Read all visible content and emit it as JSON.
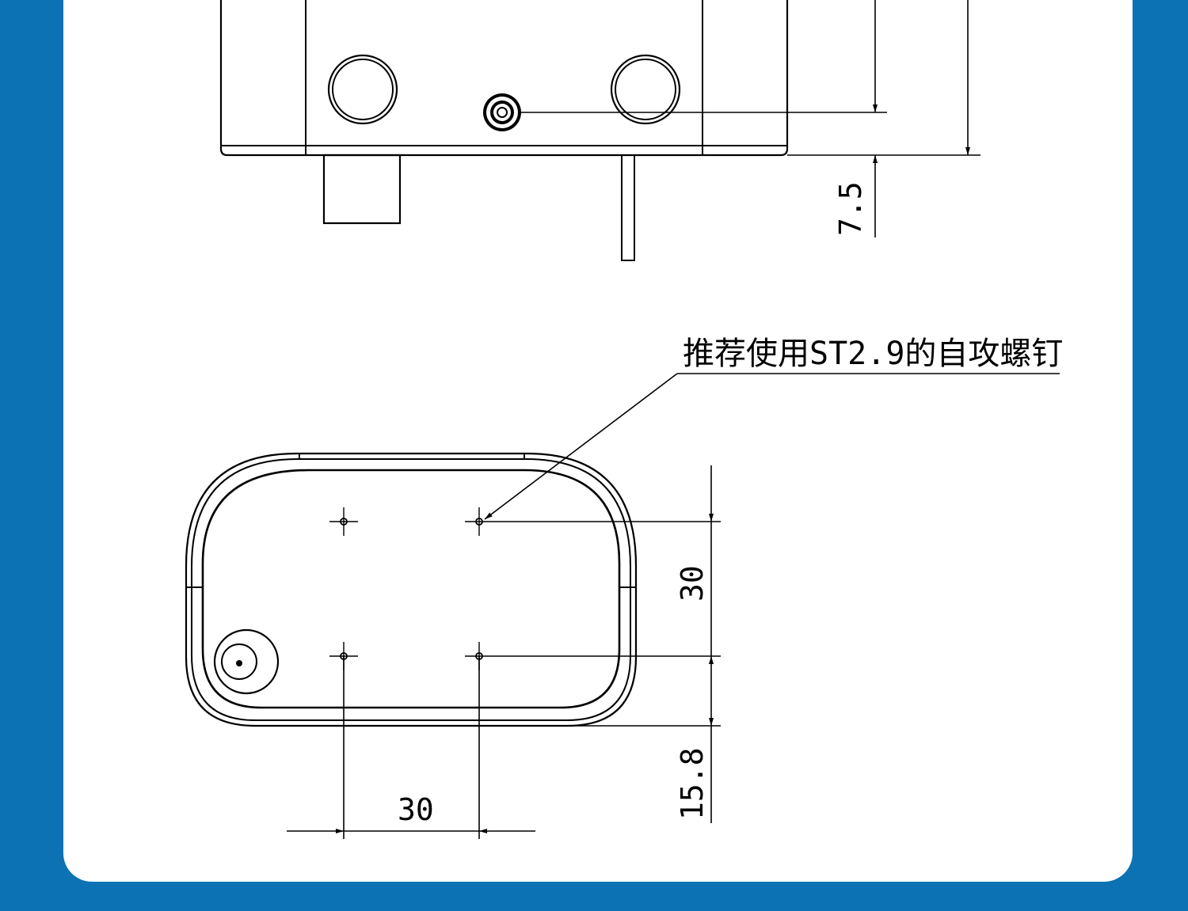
{
  "colors": {
    "background": "#0c72b4",
    "card": "#ffffff",
    "line": "#000000"
  },
  "side_view": {
    "dim_bottom_offset": "7.5"
  },
  "bottom_view": {
    "note": "推荐使用ST2.9的自攻螺钉",
    "dim_hole_spacing_vertical": "30",
    "dim_edge_offset": "15.8",
    "dim_hole_spacing_horizontal": "30"
  }
}
